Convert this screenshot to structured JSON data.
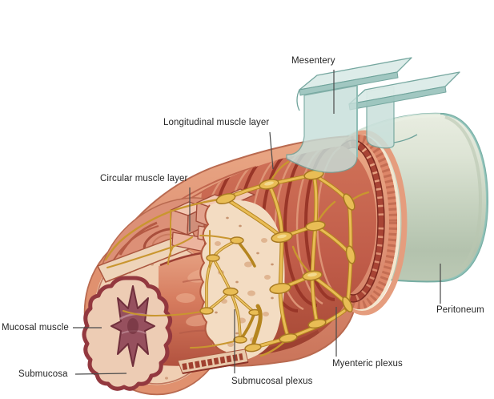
{
  "diagram": {
    "labels": {
      "mesentery": "Mesentery",
      "longitudinal_muscle_layer": "Longitudinal muscle layer",
      "circular_muscle_layer": "Circular muscle layer",
      "mucosal_muscle": "Mucosal muscle",
      "submucosa": "Submucosa",
      "submucosal_plexus": "Submucosal plexus",
      "myenteric_plexus": "Myenteric plexus",
      "peritoneum": "Peritoneum"
    },
    "palette": {
      "background": "#ffffff",
      "serosa_teal_edge": "#6fa39b",
      "mesentery_fill": "#c9e0db",
      "peritoneum_fill": "#c8d2bf",
      "longitudinal_muscle_salmon": "#dd8f73",
      "circular_muscle_red": "#bf5c49",
      "submucosa_cream": "#f2d8bd",
      "mucosa_red": "#d0735a",
      "mucosal_muscle_maroon": "#93383f",
      "lumen_plum": "#8a4350",
      "nerve_yellow": "#e4b44f",
      "label_text": "#262626",
      "leader_line": "#4a4a4a"
    }
  }
}
